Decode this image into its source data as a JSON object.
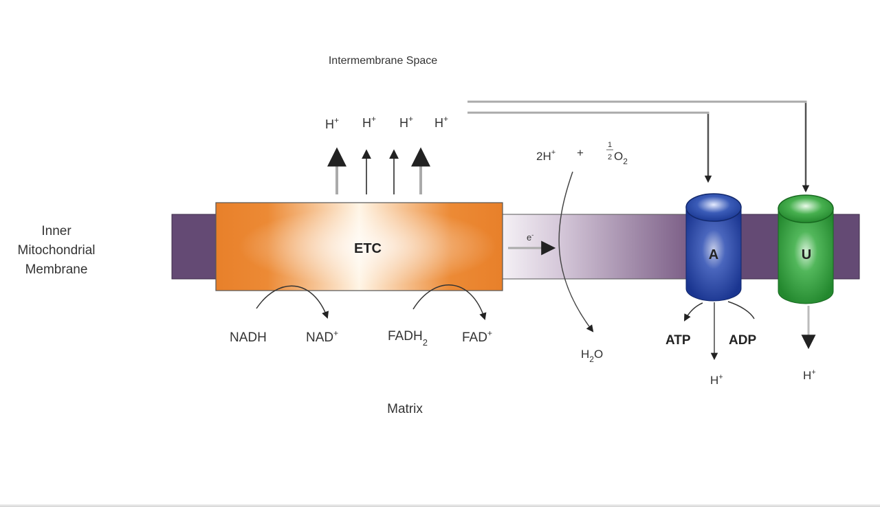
{
  "diagram": {
    "region_labels": {
      "intermembrane": "Intermembrane Space",
      "matrix": "Matrix",
      "membrane_line1": "Inner",
      "membrane_line2": "Mitochondrial",
      "membrane_line3": "Membrane"
    },
    "etc": {
      "label": "ETC"
    },
    "pumped_protons": [
      {
        "base": "H",
        "sup": "+"
      },
      {
        "base": "H",
        "sup": "+"
      },
      {
        "base": "H",
        "sup": "+"
      },
      {
        "base": "H",
        "sup": "+"
      }
    ],
    "electron": {
      "base": "e",
      "sup": "-"
    },
    "reactions": {
      "nadh": "NADH",
      "nad": {
        "base": "NAD",
        "sup": "+"
      },
      "fadh2": {
        "base": "FADH",
        "sub": "2"
      },
      "fad": {
        "base": "FAD",
        "sup": "+"
      }
    },
    "oxygen_reaction": {
      "protons": {
        "base": "2H",
        "sup": "+"
      },
      "plus": "+",
      "half_num": "1",
      "half_den": "2",
      "o2": {
        "base": "O",
        "sub": "2"
      },
      "water": {
        "h": "H",
        "sub": "2",
        "o": "O"
      }
    },
    "atp_synthase": {
      "label": "A",
      "product": "ATP",
      "substrate": "ADP",
      "proton_out": {
        "base": "H",
        "sup": "+"
      }
    },
    "uncoupler": {
      "label": "U",
      "proton_out": {
        "base": "H",
        "sup": "+"
      }
    },
    "colors": {
      "membrane": "#644a74",
      "etc_edge": "#e8802a",
      "etc_center": "#fff5e6",
      "atp_synthase": "#1f3f99",
      "uncoupler": "#2c9a3a",
      "arrow": "#333333"
    }
  }
}
